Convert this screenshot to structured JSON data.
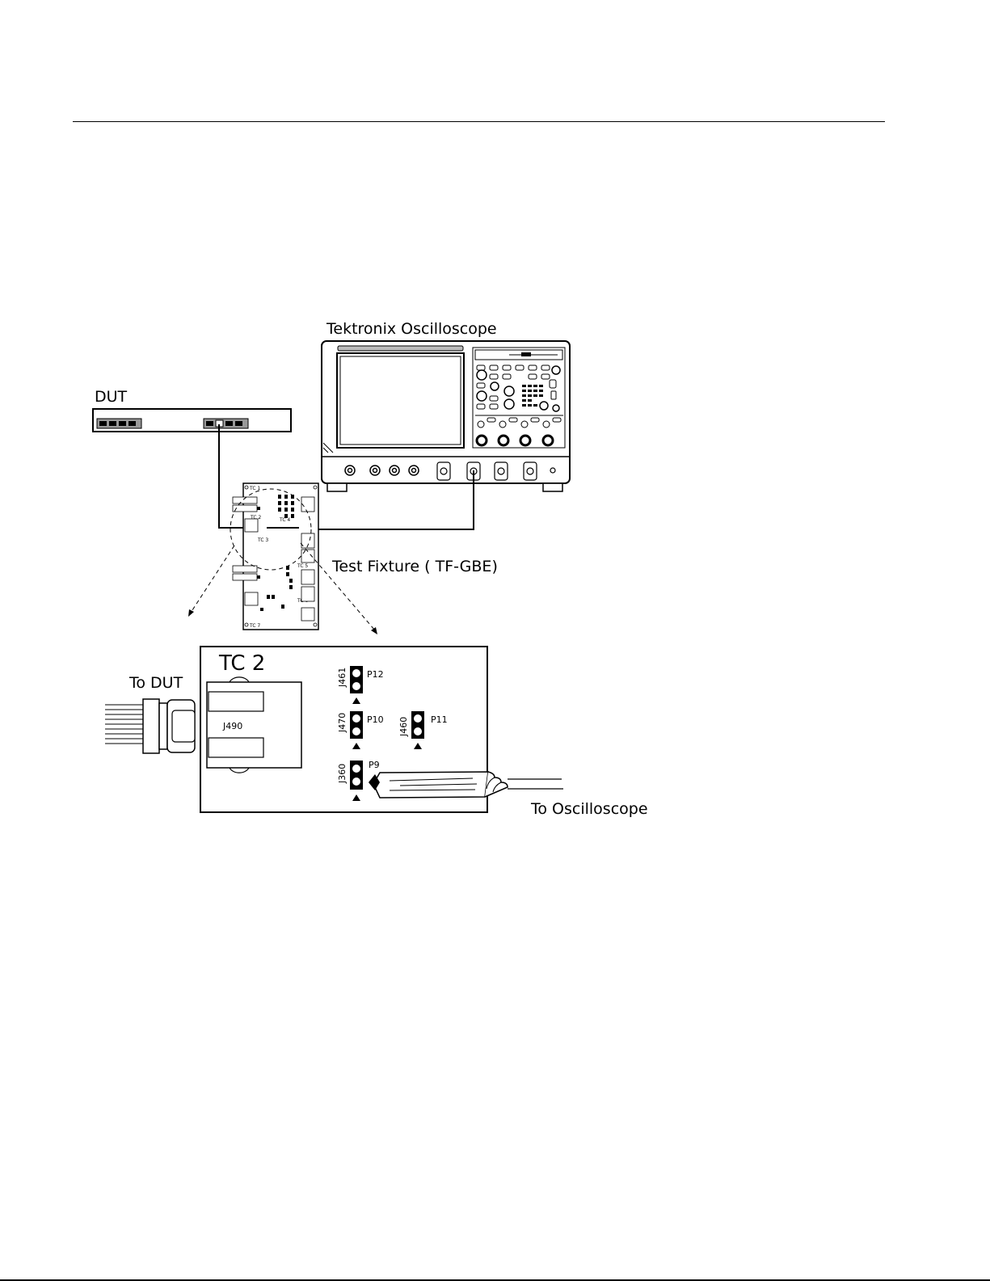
{
  "labels": {
    "oscilloscope": "Tektronix Oscilloscope",
    "dut": "DUT",
    "fixture": "Test Fixture ( TF-GBE)",
    "tc2": "TC 2",
    "to_dut": "To DUT",
    "to_scope": "To Oscilloscope"
  },
  "connectors": {
    "j490": "J490",
    "j461": "J461",
    "p12": "P12",
    "j470": "J470",
    "p10": "P10",
    "j460": "J460",
    "p11": "P11",
    "j360": "J360",
    "p9": "P9"
  },
  "fixture_small": {
    "tc1": "TC 1",
    "tc2": "TC 2",
    "tc3": "TC 3",
    "tc4": "TC 4",
    "tc5": "TC 5",
    "tc6": "TC 6",
    "tc7": "TC 7"
  }
}
